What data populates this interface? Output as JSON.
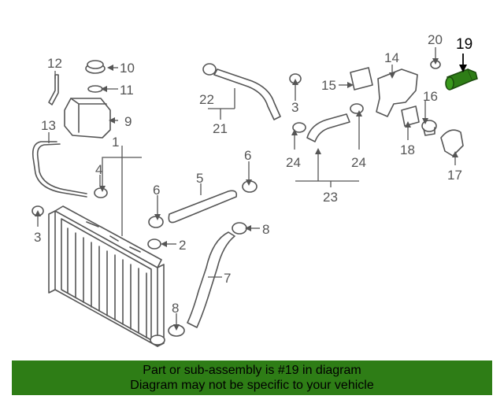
{
  "diagram": {
    "callouts": [
      {
        "id": "1",
        "text": "1"
      },
      {
        "id": "2",
        "text": "2"
      },
      {
        "id": "3a",
        "text": "3"
      },
      {
        "id": "3b",
        "text": "3"
      },
      {
        "id": "4",
        "text": "4"
      },
      {
        "id": "5",
        "text": "5"
      },
      {
        "id": "6a",
        "text": "6"
      },
      {
        "id": "6b",
        "text": "6"
      },
      {
        "id": "7",
        "text": "7"
      },
      {
        "id": "8a",
        "text": "8"
      },
      {
        "id": "8b",
        "text": "8"
      },
      {
        "id": "9",
        "text": "9"
      },
      {
        "id": "10",
        "text": "10"
      },
      {
        "id": "11",
        "text": "11"
      },
      {
        "id": "12",
        "text": "12"
      },
      {
        "id": "13",
        "text": "13"
      },
      {
        "id": "14",
        "text": "14"
      },
      {
        "id": "15",
        "text": "15"
      },
      {
        "id": "16",
        "text": "16"
      },
      {
        "id": "17",
        "text": "17"
      },
      {
        "id": "18",
        "text": "18"
      },
      {
        "id": "19",
        "text": "19"
      },
      {
        "id": "20",
        "text": "20"
      },
      {
        "id": "21",
        "text": "21"
      },
      {
        "id": "22",
        "text": "22"
      },
      {
        "id": "23",
        "text": "23"
      },
      {
        "id": "24a",
        "text": "24"
      },
      {
        "id": "24b",
        "text": "24"
      }
    ],
    "highlight_part": "19",
    "colors": {
      "line": "#555555",
      "highlight": "#2e7d16",
      "banner": "#2e7d16"
    }
  },
  "banner": {
    "line1": "Part or sub-assembly is #19 in diagram",
    "line2": "Diagram may not be specific to your vehicle"
  }
}
